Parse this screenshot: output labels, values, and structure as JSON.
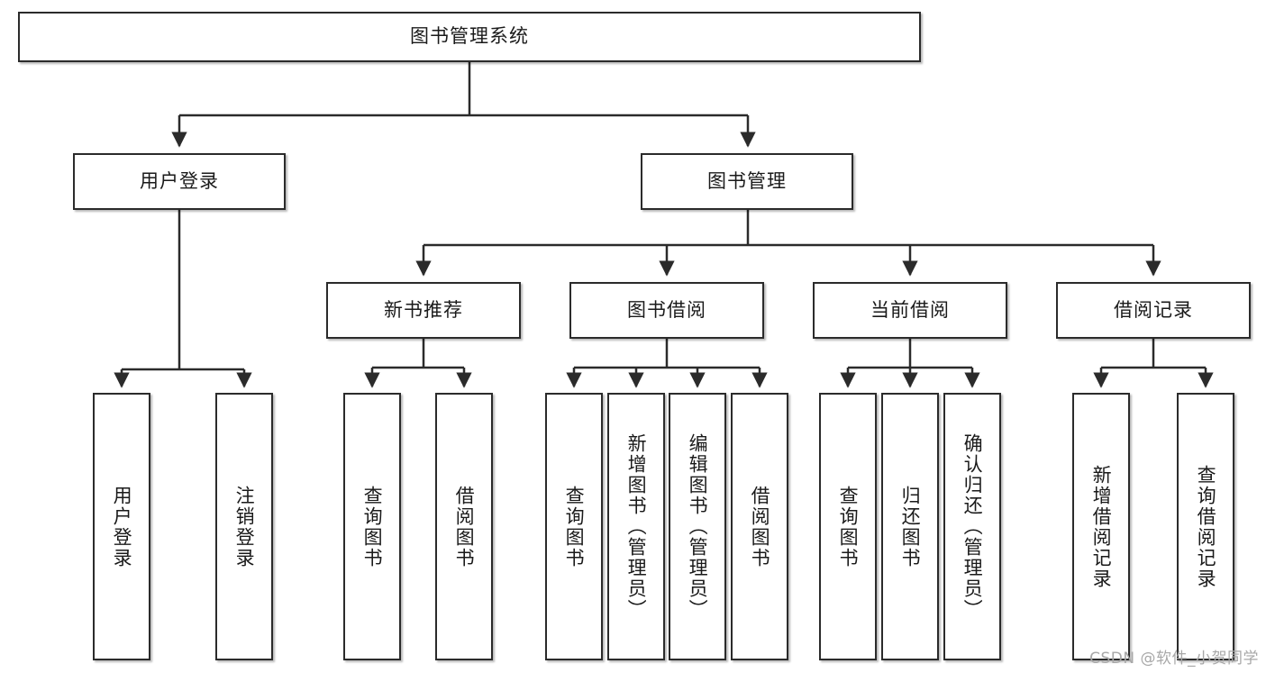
{
  "diagram": {
    "type": "tree-hierarchy-chart",
    "title": "图书管理系统",
    "root": {
      "id": "root",
      "label": "图书管理系统",
      "orientation": "horizontal"
    },
    "level2": [
      {
        "id": "user-login",
        "label": "用户登录",
        "orientation": "horizontal"
      },
      {
        "id": "book-management",
        "label": "图书管理",
        "orientation": "horizontal"
      }
    ],
    "level3": [
      {
        "id": "new-book-recommend",
        "label": "新书推荐",
        "orientation": "horizontal",
        "parent": "book-management"
      },
      {
        "id": "book-borrow",
        "label": "图书借阅",
        "orientation": "horizontal",
        "parent": "book-management"
      },
      {
        "id": "current-borrow",
        "label": "当前借阅",
        "orientation": "horizontal",
        "parent": "book-management"
      },
      {
        "id": "borrow-record",
        "label": "借阅记录",
        "orientation": "horizontal",
        "parent": "book-management"
      }
    ],
    "leaves": [
      {
        "id": "leaf-user-login",
        "label": "用户登录",
        "orientation": "vertical",
        "parent": "user-login"
      },
      {
        "id": "leaf-user-logout",
        "label": "注销登录",
        "orientation": "vertical",
        "parent": "user-login"
      },
      {
        "id": "leaf-query-book-1",
        "label": "查询图书",
        "orientation": "vertical",
        "parent": "new-book-recommend"
      },
      {
        "id": "leaf-borrow-book-1",
        "label": "借阅图书",
        "orientation": "vertical",
        "parent": "new-book-recommend"
      },
      {
        "id": "leaf-query-book-2",
        "label": "查询图书",
        "orientation": "vertical",
        "parent": "book-borrow"
      },
      {
        "id": "leaf-add-book",
        "label": "新增图书（管理员）",
        "orientation": "vertical",
        "parent": "book-borrow"
      },
      {
        "id": "leaf-edit-book",
        "label": "编辑图书（管理员）",
        "orientation": "vertical",
        "parent": "book-borrow"
      },
      {
        "id": "leaf-borrow-book-2",
        "label": "借阅图书",
        "orientation": "vertical",
        "parent": "book-borrow"
      },
      {
        "id": "leaf-query-book-3",
        "label": "查询图书",
        "orientation": "vertical",
        "parent": "current-borrow"
      },
      {
        "id": "leaf-return-book",
        "label": "归还图书",
        "orientation": "vertical",
        "parent": "current-borrow"
      },
      {
        "id": "leaf-confirm-return",
        "label": "确认归还（管理员）",
        "orientation": "vertical",
        "parent": "current-borrow"
      },
      {
        "id": "leaf-add-record",
        "label": "新增借阅记录",
        "orientation": "vertical",
        "parent": "borrow-record"
      },
      {
        "id": "leaf-query-record",
        "label": "查询借阅记录",
        "orientation": "vertical",
        "parent": "borrow-record"
      }
    ],
    "colors": {
      "border": "#2b2b2b",
      "background": "#ffffff",
      "text": "#1a1a1a",
      "edge": "#2b2b2b",
      "watermark": "#a8a8a8"
    }
  },
  "watermark": {
    "text": "CSDN @软件_小贺同学"
  }
}
